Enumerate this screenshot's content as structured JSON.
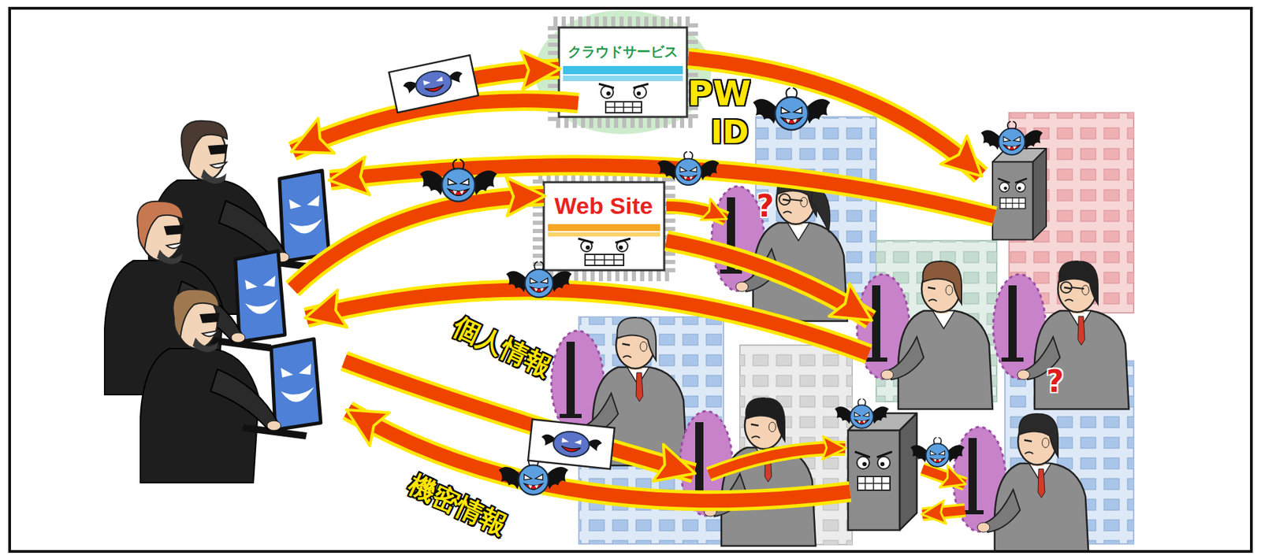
{
  "diagram": {
    "nodes": [
      {
        "text": [
          "クラウドサービス"
        ]
      },
      {
        "text": [
          "Web Site"
        ]
      }
    ],
    "labels": [
      "PW",
      "ID",
      "?",
      "個人情報",
      "?",
      "機密情報"
    ]
  }
}
